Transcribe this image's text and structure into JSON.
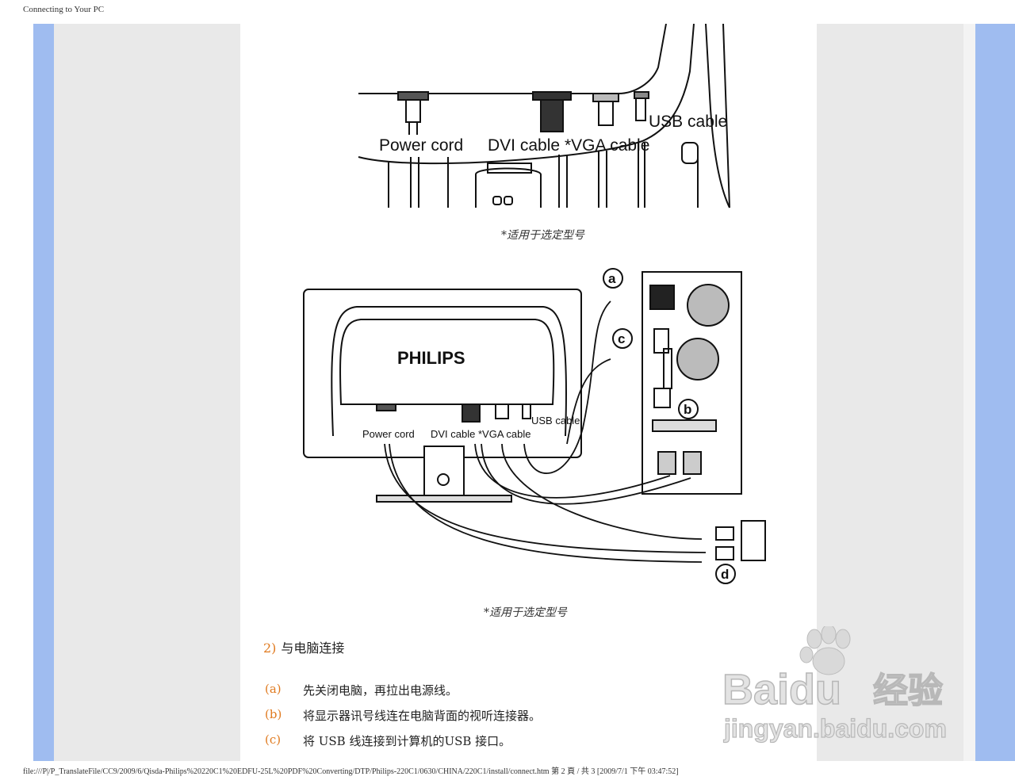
{
  "header": {
    "title": "Connecting to Your PC"
  },
  "figure1": {
    "labels": {
      "power_cord": "Power cord",
      "dvi_cable": "DVI cable",
      "vga_cable": "*VGA cable",
      "usb_cable": "USB cable"
    },
    "caption": "*适用于选定型号"
  },
  "figure2": {
    "brand": "PHILIPS",
    "labels": {
      "power_cord": "Power cord",
      "dvi_cable": "DVI cable",
      "vga_cable": "*VGA cable",
      "usb_cable": "USB cable"
    },
    "callouts": [
      "a",
      "c",
      "b",
      "d"
    ],
    "caption": "*适用于选定型号"
  },
  "section": {
    "number": "2)",
    "title": "与电脑连接"
  },
  "steps": [
    {
      "label": "(a)",
      "text": "先关闭电脑，再拉出电源线。"
    },
    {
      "label": "(b)",
      "text": "将显示器讯号线连在电脑背面的视听连接器。"
    },
    {
      "label": "(c)",
      "text": "将 USB 线连接到计算机的USB 接口。"
    }
  ],
  "watermark": {
    "brand": "Baidu",
    "product": "经验",
    "url": "jingyan.baidu.com"
  },
  "footer": {
    "text": "file:///P|/P_TranslateFile/CC9/2009/6/Qisda-Philips%20220C1%20EDFU-25L%20PDF%20Converting/DTP/Philips-220C1/0630/CHINA/220C1/install/connect.htm 第 2 頁 / 共 3 [2009/7/1 下午 03:47:52]"
  },
  "colors": {
    "frame_blue": "#9fbcf0",
    "frame_gray": "#e9e9e9",
    "accent_orange": "#e07a1f"
  }
}
